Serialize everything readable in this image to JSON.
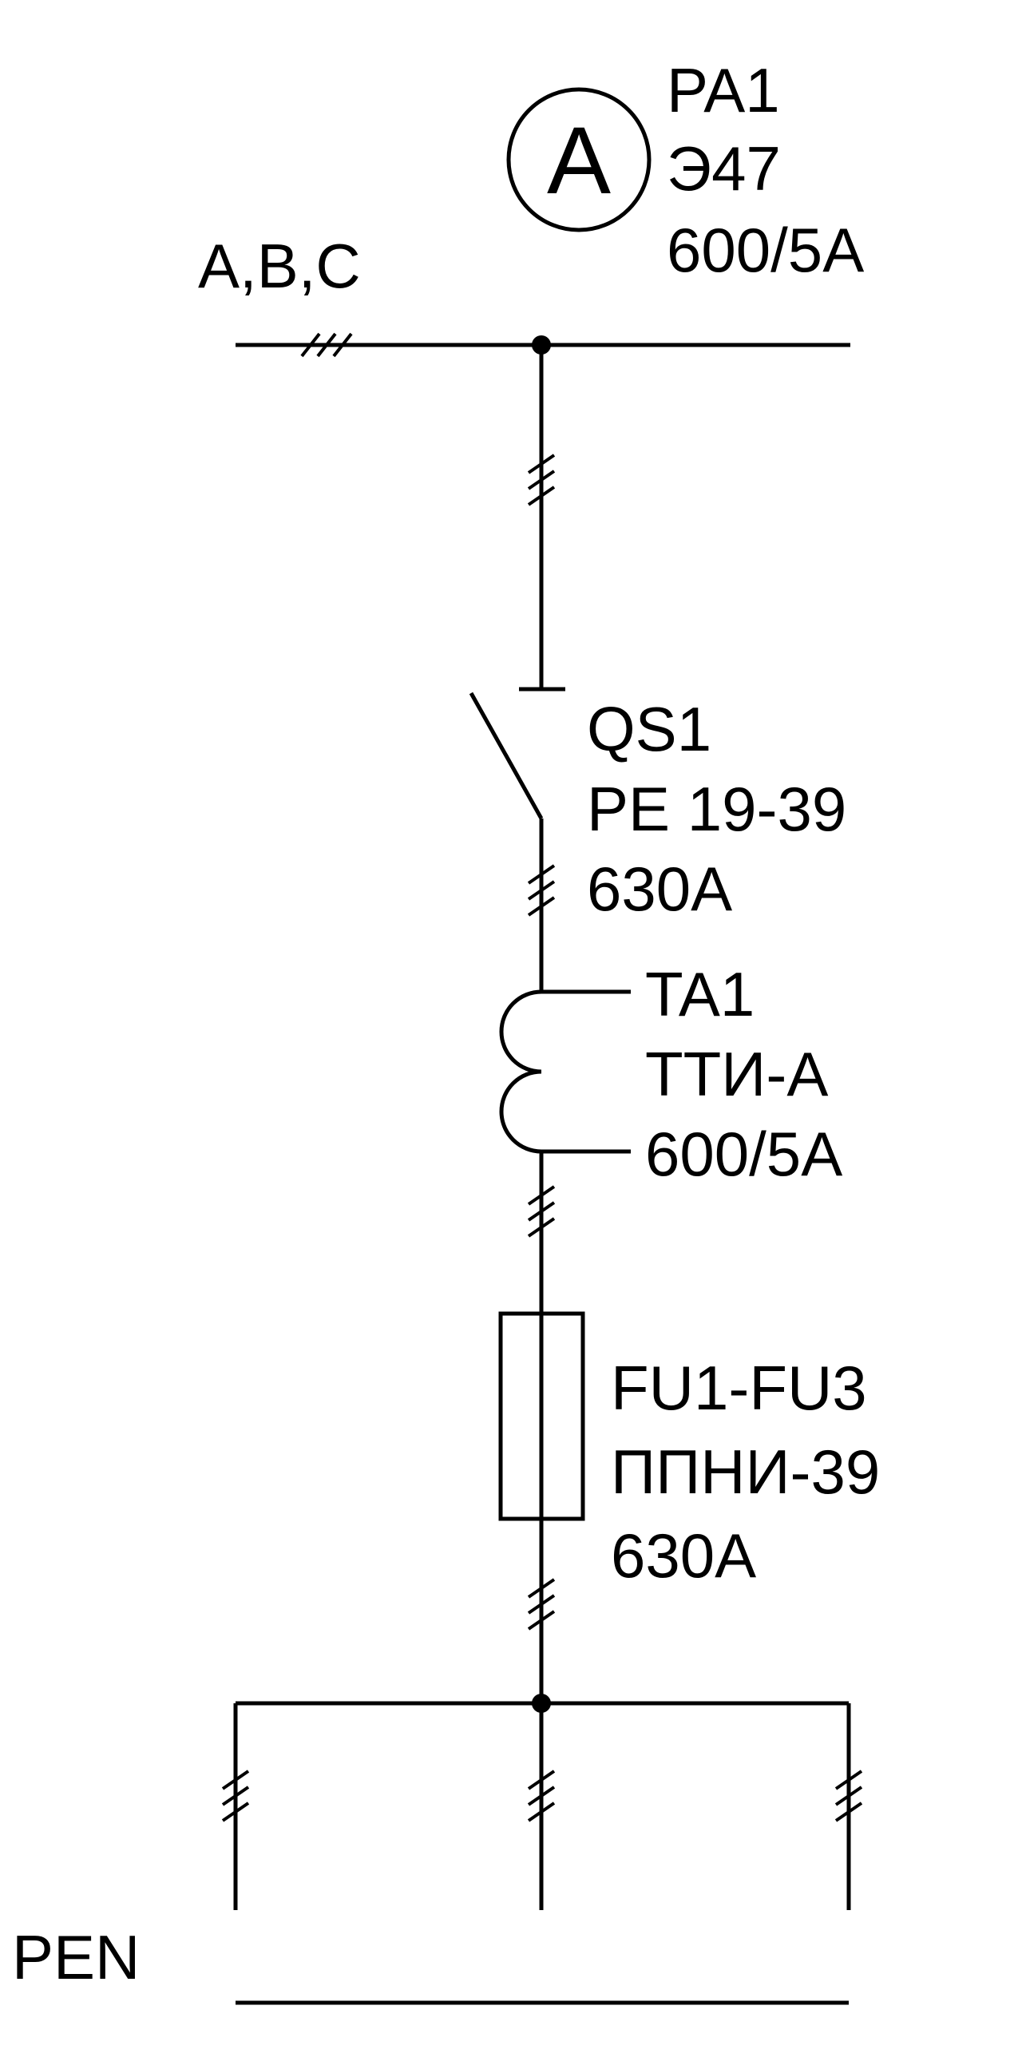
{
  "ammeter": {
    "symbol": "A",
    "designation": "PA1",
    "model": "Э47",
    "rating": "600/5A"
  },
  "bus": {
    "phases_label": "A,B,C"
  },
  "switch": {
    "designation": "QS1",
    "model": "PE 19-39",
    "rating": "630A"
  },
  "current_transformer": {
    "designation": "TA1",
    "model": "ТТИ-А",
    "rating": "600/5A"
  },
  "fuses": {
    "designation": "FU1-FU3",
    "model": "ППНИ-39",
    "rating": "630A"
  },
  "pen": {
    "label": "PEN"
  }
}
